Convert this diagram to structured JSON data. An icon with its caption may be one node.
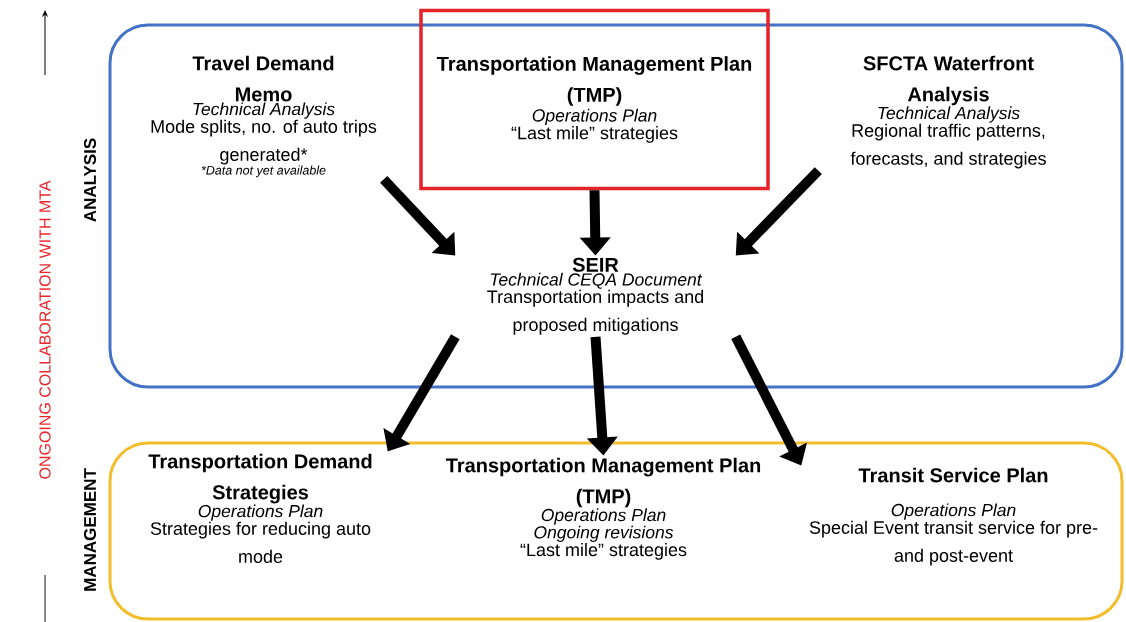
{
  "diagram": {
    "nodes": [
      {
        "text": [
          "ANALYSIS"
        ]
      },
      {
        "text": [
          "Travel Demand Memo",
          "Technical Analysis",
          "Mode splits, no. of auto trips generated*",
          "*Data not yet available"
        ],
        "in": 0
      },
      {
        "text": [
          "Transportation Management Plan (TMP)",
          "Operations Plan",
          "“Last mile” strategies"
        ],
        "in": 0
      },
      {
        "text": [
          "SFCTA Waterfront Analysis",
          "Technical Analysis",
          "Regional traffic patterns, forecasts, and strategies"
        ],
        "in": 0
      },
      {
        "text": [
          "SEIR",
          "Technical CEQA Document",
          "Transportation impacts and proposed mitigations"
        ],
        "in": 0
      },
      {
        "text": [
          "MANAGEMENT"
        ]
      },
      {
        "text": [
          "Transportation Demand Strategies",
          "Operations Plan",
          "Strategies for reducing auto mode"
        ],
        "in": 5
      },
      {
        "text": [
          "Transportation Management Plan (TMP)",
          "Operations Plan",
          "Ongoing revisions",
          "“Last mile” strategies"
        ],
        "in": 5
      },
      {
        "text": [
          "Transit Service Plan",
          "Operations Plan",
          "Special Event transit service for pre- and post-event"
        ],
        "in": 5
      }
    ],
    "edges": [
      {
        "from": 1,
        "to": 4,
        "arrow": "to"
      },
      {
        "from": 2,
        "to": 4,
        "arrow": "to"
      },
      {
        "from": 3,
        "to": 4,
        "arrow": "to"
      },
      {
        "from": 4,
        "to": 6,
        "arrow": "to"
      },
      {
        "from": 4,
        "to": 7,
        "arrow": "to"
      },
      {
        "from": 4,
        "to": 8,
        "arrow": "to"
      }
    ],
    "labels": [
      "ONGOING COLLABORATION WITH MTA"
    ]
  }
}
